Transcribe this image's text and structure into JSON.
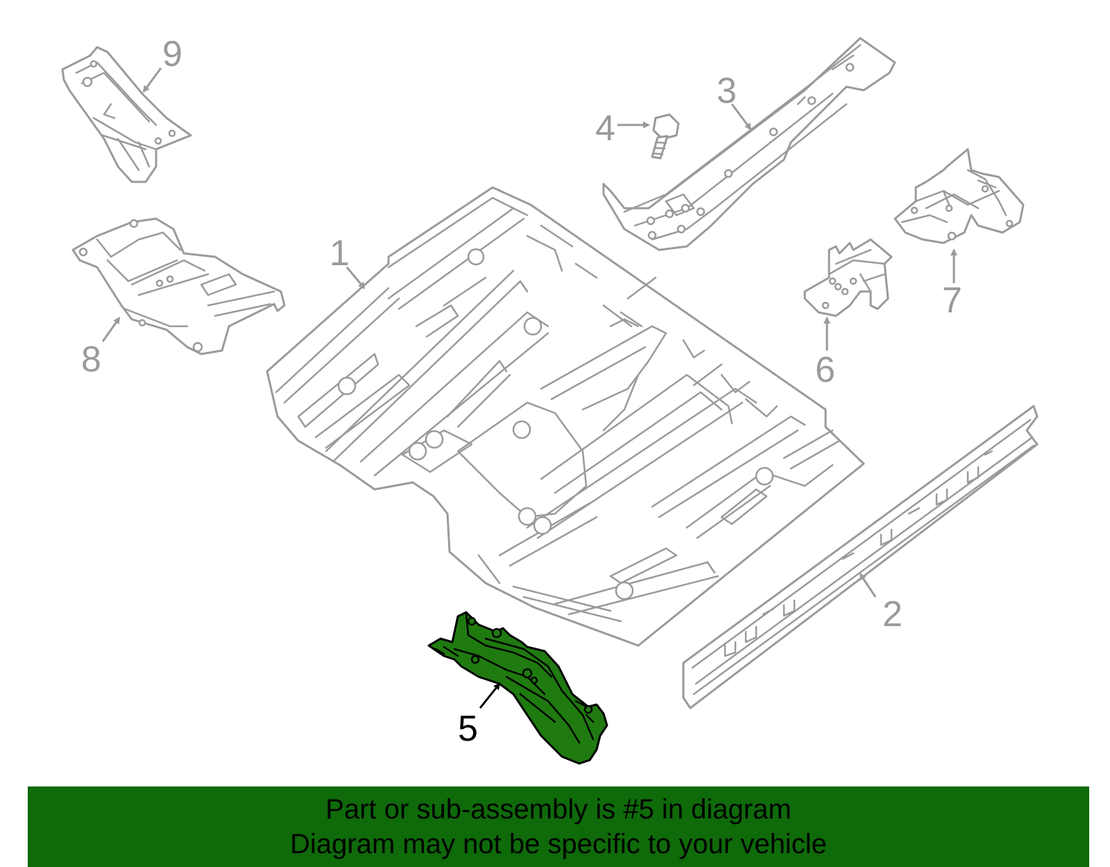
{
  "callouts": {
    "c1": "1",
    "c2": "2",
    "c3": "3",
    "c4": "4",
    "c5": "5",
    "c6": "6",
    "c7": "7",
    "c8": "8",
    "c9": "9"
  },
  "highlighted_part": "5",
  "colors": {
    "highlight_fill": "#1f7a10",
    "banner_background": "#0f6a0a",
    "line_gray": "#9a9a9a"
  },
  "banner": {
    "line1": "Part or sub-assembly is #5 in diagram",
    "line2": "Diagram may not be specific to your vehicle"
  }
}
